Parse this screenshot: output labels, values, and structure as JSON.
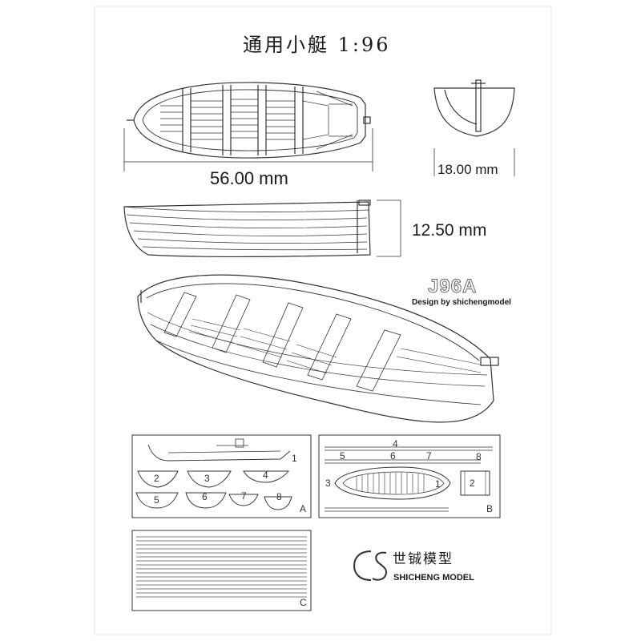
{
  "title": "通用小艇  1:96",
  "dimensions": {
    "length": "56.00 mm",
    "beam": "18.00 mm",
    "height": "12.50 mm"
  },
  "model_code": "J96A",
  "credit": "Design by shichengmodel",
  "brand": {
    "logo": "CS",
    "chinese": "世铖模型",
    "english": "SHICHENG MODEL"
  },
  "plates": {
    "A": {
      "letter": "A",
      "parts": [
        "1",
        "2",
        "3",
        "4",
        "5",
        "6",
        "7",
        "8"
      ]
    },
    "B": {
      "letter": "B",
      "parts": [
        "1",
        "2",
        "3",
        "4",
        "5",
        "6",
        "7",
        "8"
      ]
    },
    "C": {
      "letter": "C"
    }
  },
  "colors": {
    "ink": "#1a1a1a",
    "paper": "#ffffff",
    "line": "#444444"
  }
}
